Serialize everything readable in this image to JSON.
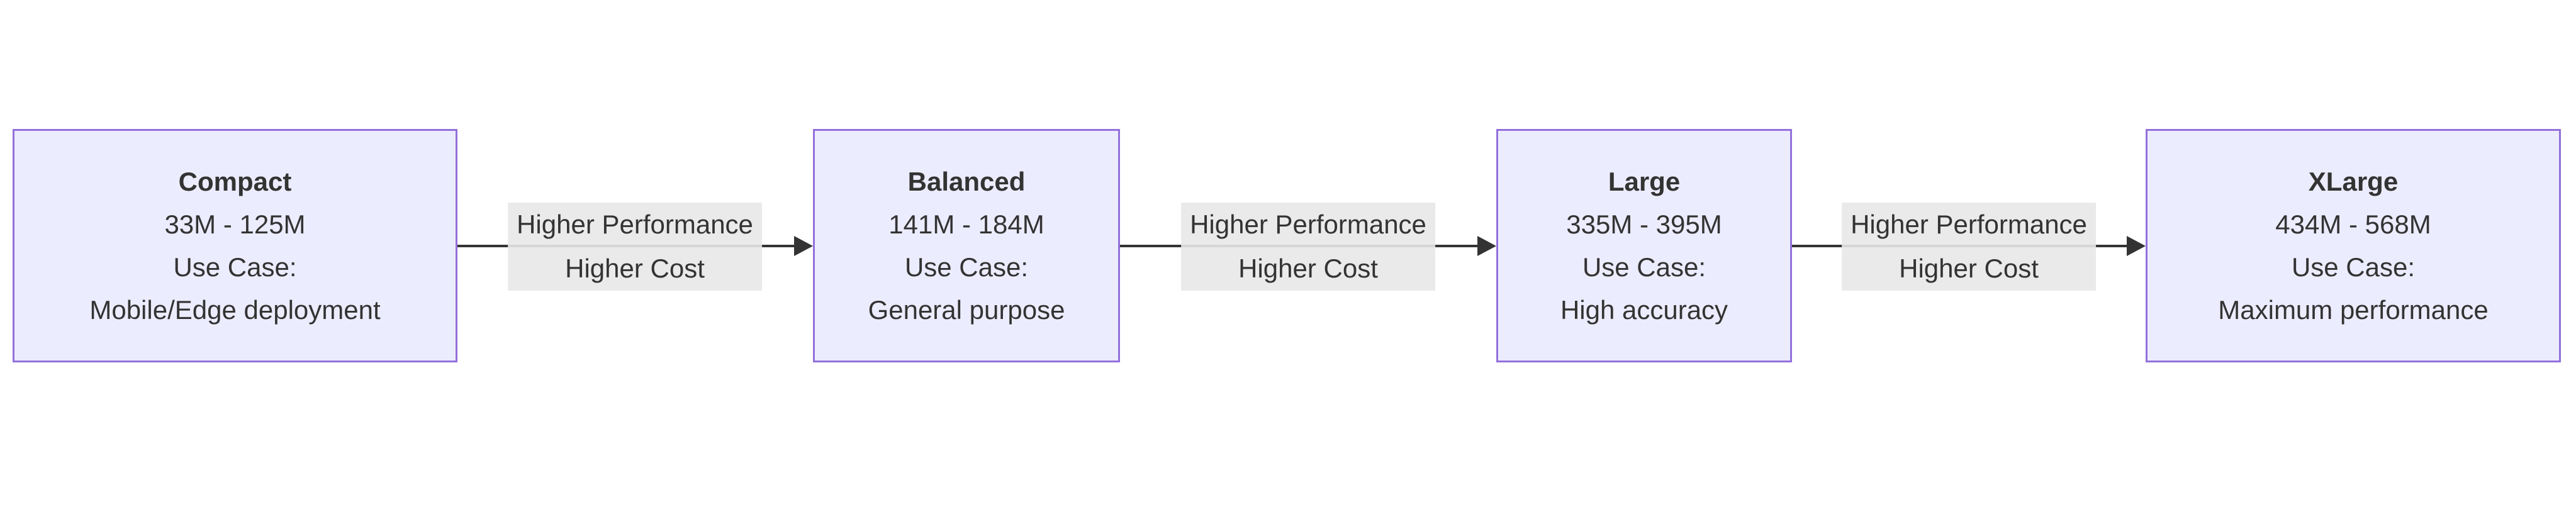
{
  "diagram": {
    "type": "flowchart-left-to-right",
    "colors": {
      "node_fill": "#ECECFF",
      "node_border": "#9370DB",
      "edge_line": "#333333",
      "edge_label_background": "#e8e8e8",
      "text": "#333333",
      "background": "#ffffff"
    },
    "nodes": [
      {
        "id": "compact",
        "title": "Compact",
        "params": "33M - 125M",
        "use_case_label": "Use Case:",
        "use_case": "Mobile/Edge deployment"
      },
      {
        "id": "balanced",
        "title": "Balanced",
        "params": "141M - 184M",
        "use_case_label": "Use Case:",
        "use_case": "General purpose"
      },
      {
        "id": "large",
        "title": "Large",
        "params": "335M - 395M",
        "use_case_label": "Use Case:",
        "use_case": "High accuracy"
      },
      {
        "id": "xlarge",
        "title": "XLarge",
        "params": "434M - 568M",
        "use_case_label": "Use Case:",
        "use_case": "Maximum performance"
      }
    ],
    "edges": [
      {
        "from": "compact",
        "to": "balanced",
        "label_line1": "Higher Performance",
        "label_line2": "Higher Cost"
      },
      {
        "from": "balanced",
        "to": "large",
        "label_line1": "Higher Performance",
        "label_line2": "Higher Cost"
      },
      {
        "from": "large",
        "to": "xlarge",
        "label_line1": "Higher Performance",
        "label_line2": "Higher Cost"
      }
    ]
  }
}
